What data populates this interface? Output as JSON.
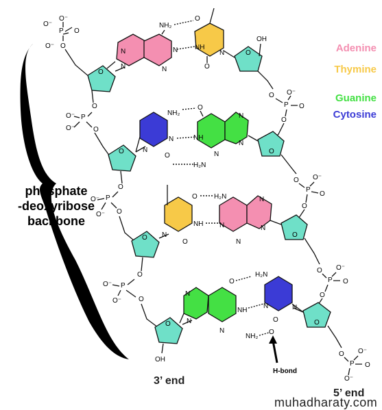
{
  "legend": {
    "adenine": {
      "label": "Adenine",
      "color": "#f48fb1"
    },
    "thymine": {
      "label": "Thymine",
      "color": "#f7c948"
    },
    "guanine": {
      "label": "Guanine",
      "color": "#44e044"
    },
    "cytosine": {
      "label": "Cytosine",
      "color": "#3b3bd6"
    }
  },
  "backbone_label": {
    "line1": "phosphate",
    "line2": "-deoxyribose",
    "line3": "backbone"
  },
  "ends": {
    "three_prime": "3’ end",
    "five_prime": "5’ end"
  },
  "hbond_label": "H-bond",
  "watermark": "muhadharaty.com",
  "colors": {
    "sugar": "#6fe0c8",
    "line": "#111111"
  },
  "atoms": {
    "nh2": "NH₂",
    "h2n": "H₂N",
    "nh": "NH",
    "n": "N",
    "o": "O",
    "oh": "OH",
    "p": "P",
    "o_minus": "O⁻"
  }
}
